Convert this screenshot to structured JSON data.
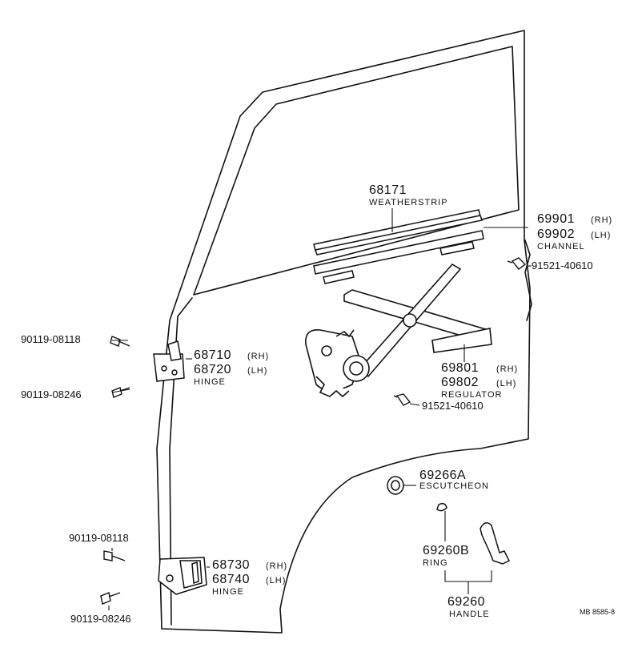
{
  "parts": {
    "weatherstrip": {
      "number": "68171",
      "name": "WEATHERSTRIP"
    },
    "channel": {
      "number_rh": "69901",
      "side_rh": "(RH)",
      "number_lh": "69902",
      "side_lh": "(LH)",
      "name": "CHANNEL"
    },
    "bolt_channel": {
      "number": "91521-40610"
    },
    "upper_hinge": {
      "number_rh": "68710",
      "side_rh": "(RH)",
      "number_lh": "68720",
      "side_lh": "(LH)",
      "name": "HINGE"
    },
    "regulator": {
      "number_rh": "69801",
      "side_rh": "(RH)",
      "number_lh": "69802",
      "side_lh": "(LH)",
      "name": "REGULATOR"
    },
    "bolt_regulator": {
      "number": "91521-40610"
    },
    "upper_hinge_bolts": {
      "top": "90119-08118",
      "bottom": "90119-08246"
    },
    "escutcheon": {
      "number": "69266A",
      "name": "ESCUTCHEON"
    },
    "ring": {
      "number": "69260B",
      "name": "RING"
    },
    "lower_hinge_bolts": {
      "top": "90119-08118",
      "bottom": "90119-08246"
    },
    "lower_hinge": {
      "number_rh": "68730",
      "side_rh": "(RH)",
      "number_lh": "68740",
      "side_lh": "(LH)",
      "name": "HINGE"
    },
    "handle": {
      "number": "69260",
      "name": "HANDLE"
    }
  },
  "figure_code": "MB 8585-8"
}
